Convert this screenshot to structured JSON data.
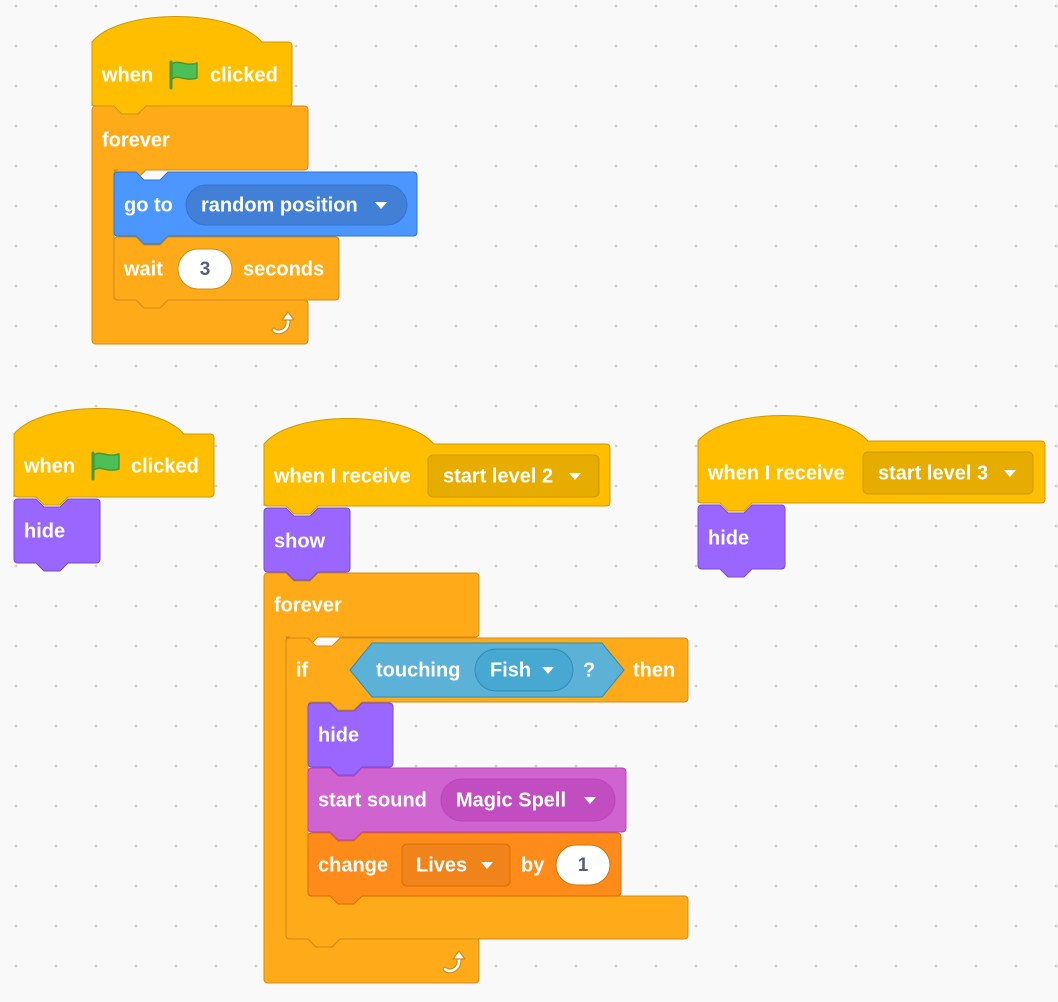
{
  "colors": {
    "events": "#ffbf00",
    "events_dark": "#cc9900",
    "control": "#ffab19",
    "control_dark": "#cf8b17",
    "motion": "#4c97ff",
    "motion_dark": "#3373cc",
    "looks": "#9966ff",
    "looks_dark": "#774dcb",
    "sensing": "#5cb1d6",
    "sensing_dark": "#2e8eb8",
    "sound": "#cf63cf",
    "sound_dark": "#bd42bd",
    "variables": "#ff8c1a",
    "variables_dark": "#db6e00",
    "workspace_bg": "#f9f9f9"
  },
  "script1": {
    "hat_when": "when",
    "hat_clicked": "clicked",
    "forever": "forever",
    "goto": "go to",
    "goto_value": "random position",
    "wait": "wait",
    "wait_value": "3",
    "wait_unit": "seconds"
  },
  "script2": {
    "hat_when": "when",
    "hat_clicked": "clicked",
    "hide": "hide"
  },
  "script3": {
    "hat_label": "when I receive",
    "hat_value": "start level 2",
    "show": "show",
    "forever": "forever",
    "if": "if",
    "then": "then",
    "touching": "touching",
    "touching_value": "Fish",
    "question": "?",
    "hide": "hide",
    "start_sound": "start sound",
    "sound_value": "Magic Spell",
    "change": "change",
    "change_var": "Lives",
    "by": "by",
    "change_value": "1"
  },
  "script4": {
    "hat_label": "when I receive",
    "hat_value": "start level 3",
    "hide": "hide"
  },
  "icons": {
    "flag": "green-flag-icon",
    "dropdown": "dropdown-arrow-icon",
    "loop": "loop-arrow-icon"
  }
}
